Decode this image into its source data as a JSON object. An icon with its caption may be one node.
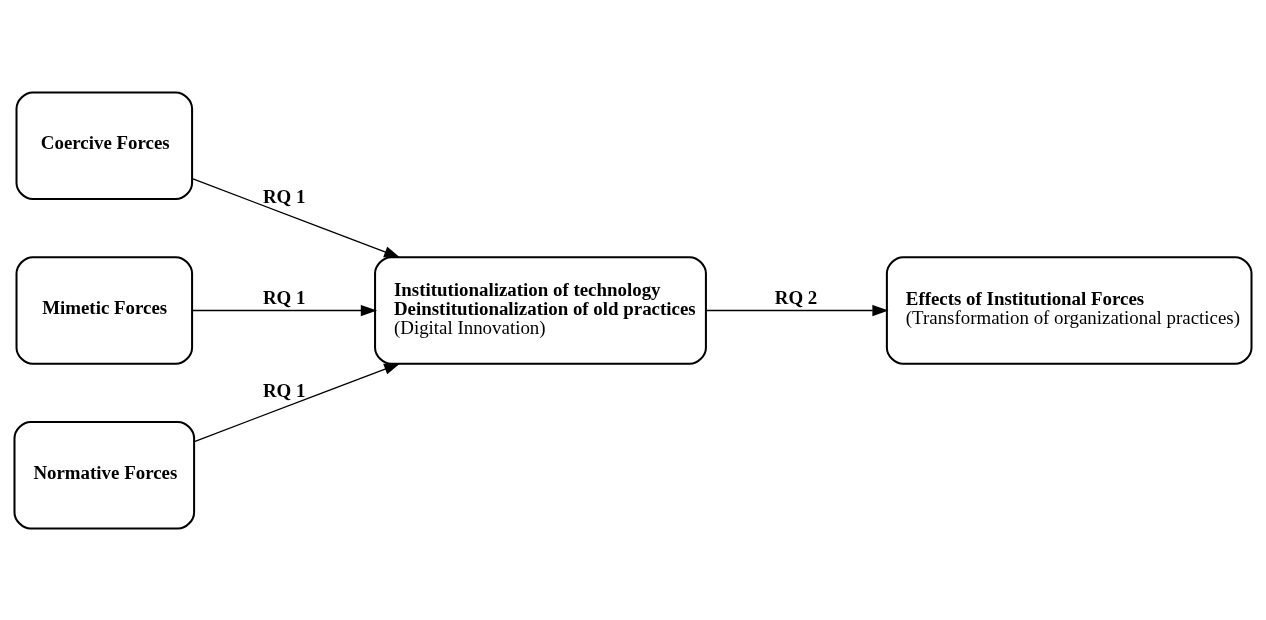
{
  "diagram": {
    "nodes": [
      {
        "text": [
          "Coercive Forces"
        ]
      },
      {
        "text": [
          "Mimetic Forces"
        ]
      },
      {
        "text": [
          "Normative Forces"
        ]
      },
      {
        "text": [
          "Institutionalization of technology",
          "Deinstitutionalization of old practices",
          "(Digital Innovation)"
        ]
      },
      {
        "text": [
          "Effects of Institutional Forces",
          "(Transformation of organizational practices)"
        ]
      }
    ],
    "edges": [
      {
        "from": 0,
        "to": 3,
        "arrow": "to",
        "label": "RQ 1"
      },
      {
        "from": 1,
        "to": 3,
        "arrow": "to",
        "label": "RQ 1"
      },
      {
        "from": 2,
        "to": 3,
        "arrow": "to",
        "label": "RQ 1"
      },
      {
        "from": 3,
        "to": 4,
        "arrow": "to",
        "label": "RQ 2"
      }
    ]
  }
}
